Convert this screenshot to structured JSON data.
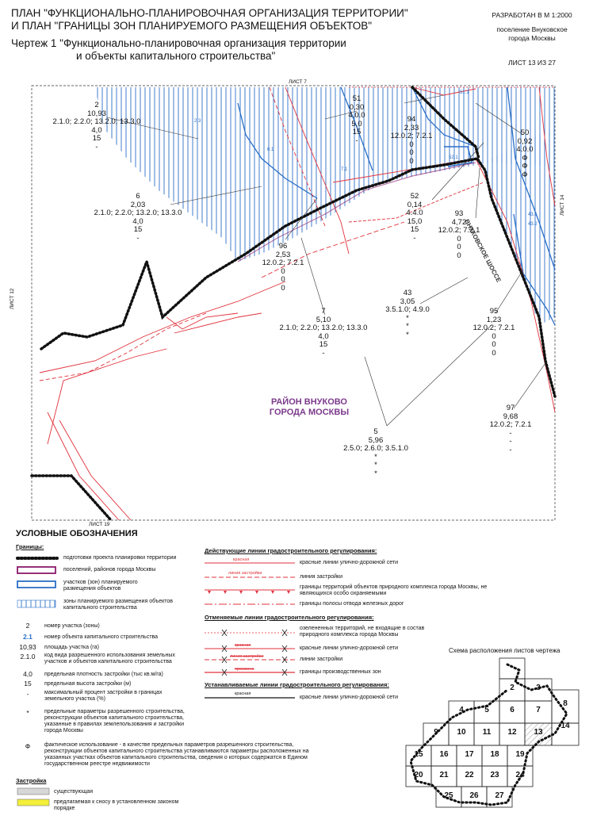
{
  "header": {
    "title_line1": "ПЛАН \"ФУНКЦИОНАЛЬНО-ПЛАНИРОВОЧНАЯ ОРГАНИЗАЦИЯ ТЕРРИТОРИИ\"",
    "title_line2": "И ПЛАН \"ГРАНИЦЫ ЗОН ПЛАНИРУЕМОГО РАЗМЕЩЕНИЯ ОБЪЕКТОВ\"",
    "subtitle_line1": "Чертеж 1 \"Функционально-планировочная организация территории",
    "subtitle_line2": "и объекты капитального строительства\"",
    "developed": "РАЗРАБОТАН В М 1:2000",
    "settlement_line1": "поселение Внуковское",
    "settlement_line2": "города Москвы",
    "sheet": "ЛИСТ 13 ИЗ 27"
  },
  "map": {
    "sheet_top": "ЛИСТ 7",
    "sheet_left": "ЛИСТ 12",
    "sheet_right": "ЛИСТ 14",
    "sheet_bottom": "ЛИСТ 19",
    "road_name": "ВНУКОВСКОЕ ШОССЕ",
    "district_line1": "РАЙОН ВНУКОВО",
    "district_line2": "ГОРОДА МОСКВЫ",
    "small_tags": [
      "2.3",
      "6.1",
      "7.1",
      "51.1",
      "52.1",
      "43.1",
      "43.2",
      "5.1"
    ],
    "zones": [
      {
        "id": "2",
        "lines": [
          "2",
          "10,93",
          "2.1.0; 2.2.0; 13.2.0; 13.3.0",
          "4,0",
          "15",
          "-"
        ]
      },
      {
        "id": "51",
        "lines": [
          "51",
          "0,30",
          "4.0.0",
          "5,0",
          "15",
          "-"
        ]
      },
      {
        "id": "94",
        "lines": [
          "94",
          "2,33",
          "12.0.2; 7.2.1",
          "0",
          "0",
          "0"
        ]
      },
      {
        "id": "50",
        "lines": [
          "50",
          "0,92",
          "4.0.0",
          "Ф",
          "Ф",
          "Ф"
        ]
      },
      {
        "id": "6",
        "lines": [
          "6",
          "2,03",
          "2.1.0; 2.2.0; 13.2.0; 13.3.0",
          "4,0",
          "15",
          "-"
        ]
      },
      {
        "id": "52",
        "lines": [
          "52",
          "0,14",
          "4.4.0",
          "15,0",
          "15",
          "-"
        ]
      },
      {
        "id": "93",
        "lines": [
          "93",
          "4,72",
          "12.0.2; 7.2.1",
          "0",
          "0",
          "0"
        ]
      },
      {
        "id": "96",
        "lines": [
          "96",
          "2,53",
          "12.0.2; 7.2.1",
          "0",
          "0",
          "0"
        ]
      },
      {
        "id": "43",
        "lines": [
          "43",
          "3,05",
          "3.5.1.0; 4.9.0",
          "*",
          "*",
          "*"
        ]
      },
      {
        "id": "7",
        "lines": [
          "7",
          "5,10",
          "2.1.0; 2.2.0; 13.2.0; 13.3.0",
          "4,0",
          "15",
          "-"
        ]
      },
      {
        "id": "95",
        "lines": [
          "95",
          "1,23",
          "12.0.2; 7.2.1",
          "0",
          "0",
          "0"
        ]
      },
      {
        "id": "97",
        "lines": [
          "97",
          "9,68",
          "12.0.2; 7.2.1",
          "-",
          "-",
          "-"
        ]
      },
      {
        "id": "5",
        "lines": [
          "5",
          "5,96",
          "2.5.0; 2.6.0; 3.5.1.0",
          "*",
          "*",
          "*"
        ]
      }
    ]
  },
  "legend": {
    "title": "УСЛОВНЫЕ ОБОЗНАЧЕНИЯ",
    "borders_title": "Границы:",
    "borders": [
      "подготовки проекта планировки территории",
      "поселений, районов города Москвы",
      "участков (зон) планируемого размещения объектов",
      "зоны планируемого размещения объектов капитального строительства"
    ],
    "codes": [
      {
        "sym": "2",
        "text": "номер участка (зоны)"
      },
      {
        "sym": "2.1",
        "text": "номер объекта капитального строительства"
      },
      {
        "sym": "10,93",
        "text": "площадь участка (га)"
      },
      {
        "sym": "2.1.0",
        "text": "код вида разрешенного использования земельных участков и объектов капитального строительства"
      },
      {
        "sym": "4,0",
        "text": "предельная плотность застройки (тыс кв.м/га)"
      },
      {
        "sym": "15",
        "text": "предельная высота застройки (м)"
      },
      {
        "sym": "-",
        "text": "максимальный процент застройки в границах земельного участка (%)"
      },
      {
        "sym": "*",
        "text": "предельные параметры разрешенного строительства, реконструкции объектов капитального строительства, указанные в правилах землепользования и застройки города Москвы"
      },
      {
        "sym": "Ф",
        "text": "фактическое использование - в качестве предельных параметров разрешенного строительства, реконструкции объектов капитального строительства устанавливаются параметры расположенных на указанных участках объектов капитального строительства, сведения о которых содержатся в Едином государственном реестре недвижимости"
      }
    ],
    "building_title": "Застройка",
    "building": [
      "существующая",
      "предлагаемая к сносу в установленном законом порядке"
    ],
    "current_title": "Действующие линии градостроительного регулирования:",
    "current": [
      {
        "tag": "красная",
        "text": "красные линии улично-дорожной сети"
      },
      {
        "tag": "линия застройки",
        "text": "линия застройки"
      },
      {
        "tag": "",
        "text": "границы территорий объектов природного комплекса города Москвы, не являющихся особо охраняемыми"
      },
      {
        "tag": "",
        "text": "границы полосы отвода железных дорог"
      }
    ],
    "cancel_title": "Отменяемые линии градостроительного регулирования:",
    "cancel": [
      {
        "tag": "",
        "text": "озелененных территорий, не входящие в состав природного комплекса города Москвы"
      },
      {
        "tag": "красная",
        "text": "красные линии улично-дорожной сети"
      },
      {
        "tag": "линия застройки",
        "text": "линии застройки"
      },
      {
        "tag": "промзона",
        "text": "границы производственных зон"
      }
    ],
    "set_title": "Устанавливаемые линии градостроительного регулирования:",
    "set": [
      {
        "tag": "красная",
        "text": "красные линии улично-дорожной сети"
      }
    ]
  },
  "scheme": {
    "title": "Схема расположения листов чертежа",
    "cells": [
      "2",
      "3",
      "4",
      "5",
      "6",
      "7",
      "8",
      "9",
      "10",
      "11",
      "12",
      "13",
      "14",
      "15",
      "16",
      "17",
      "18",
      "19",
      "20",
      "21",
      "22",
      "23",
      "24",
      "25",
      "26",
      "27"
    ]
  },
  "colors": {
    "blue": "#2b6fc7",
    "red": "#e0313b",
    "purple": "#8b1a6b",
    "dark": "#111111"
  }
}
